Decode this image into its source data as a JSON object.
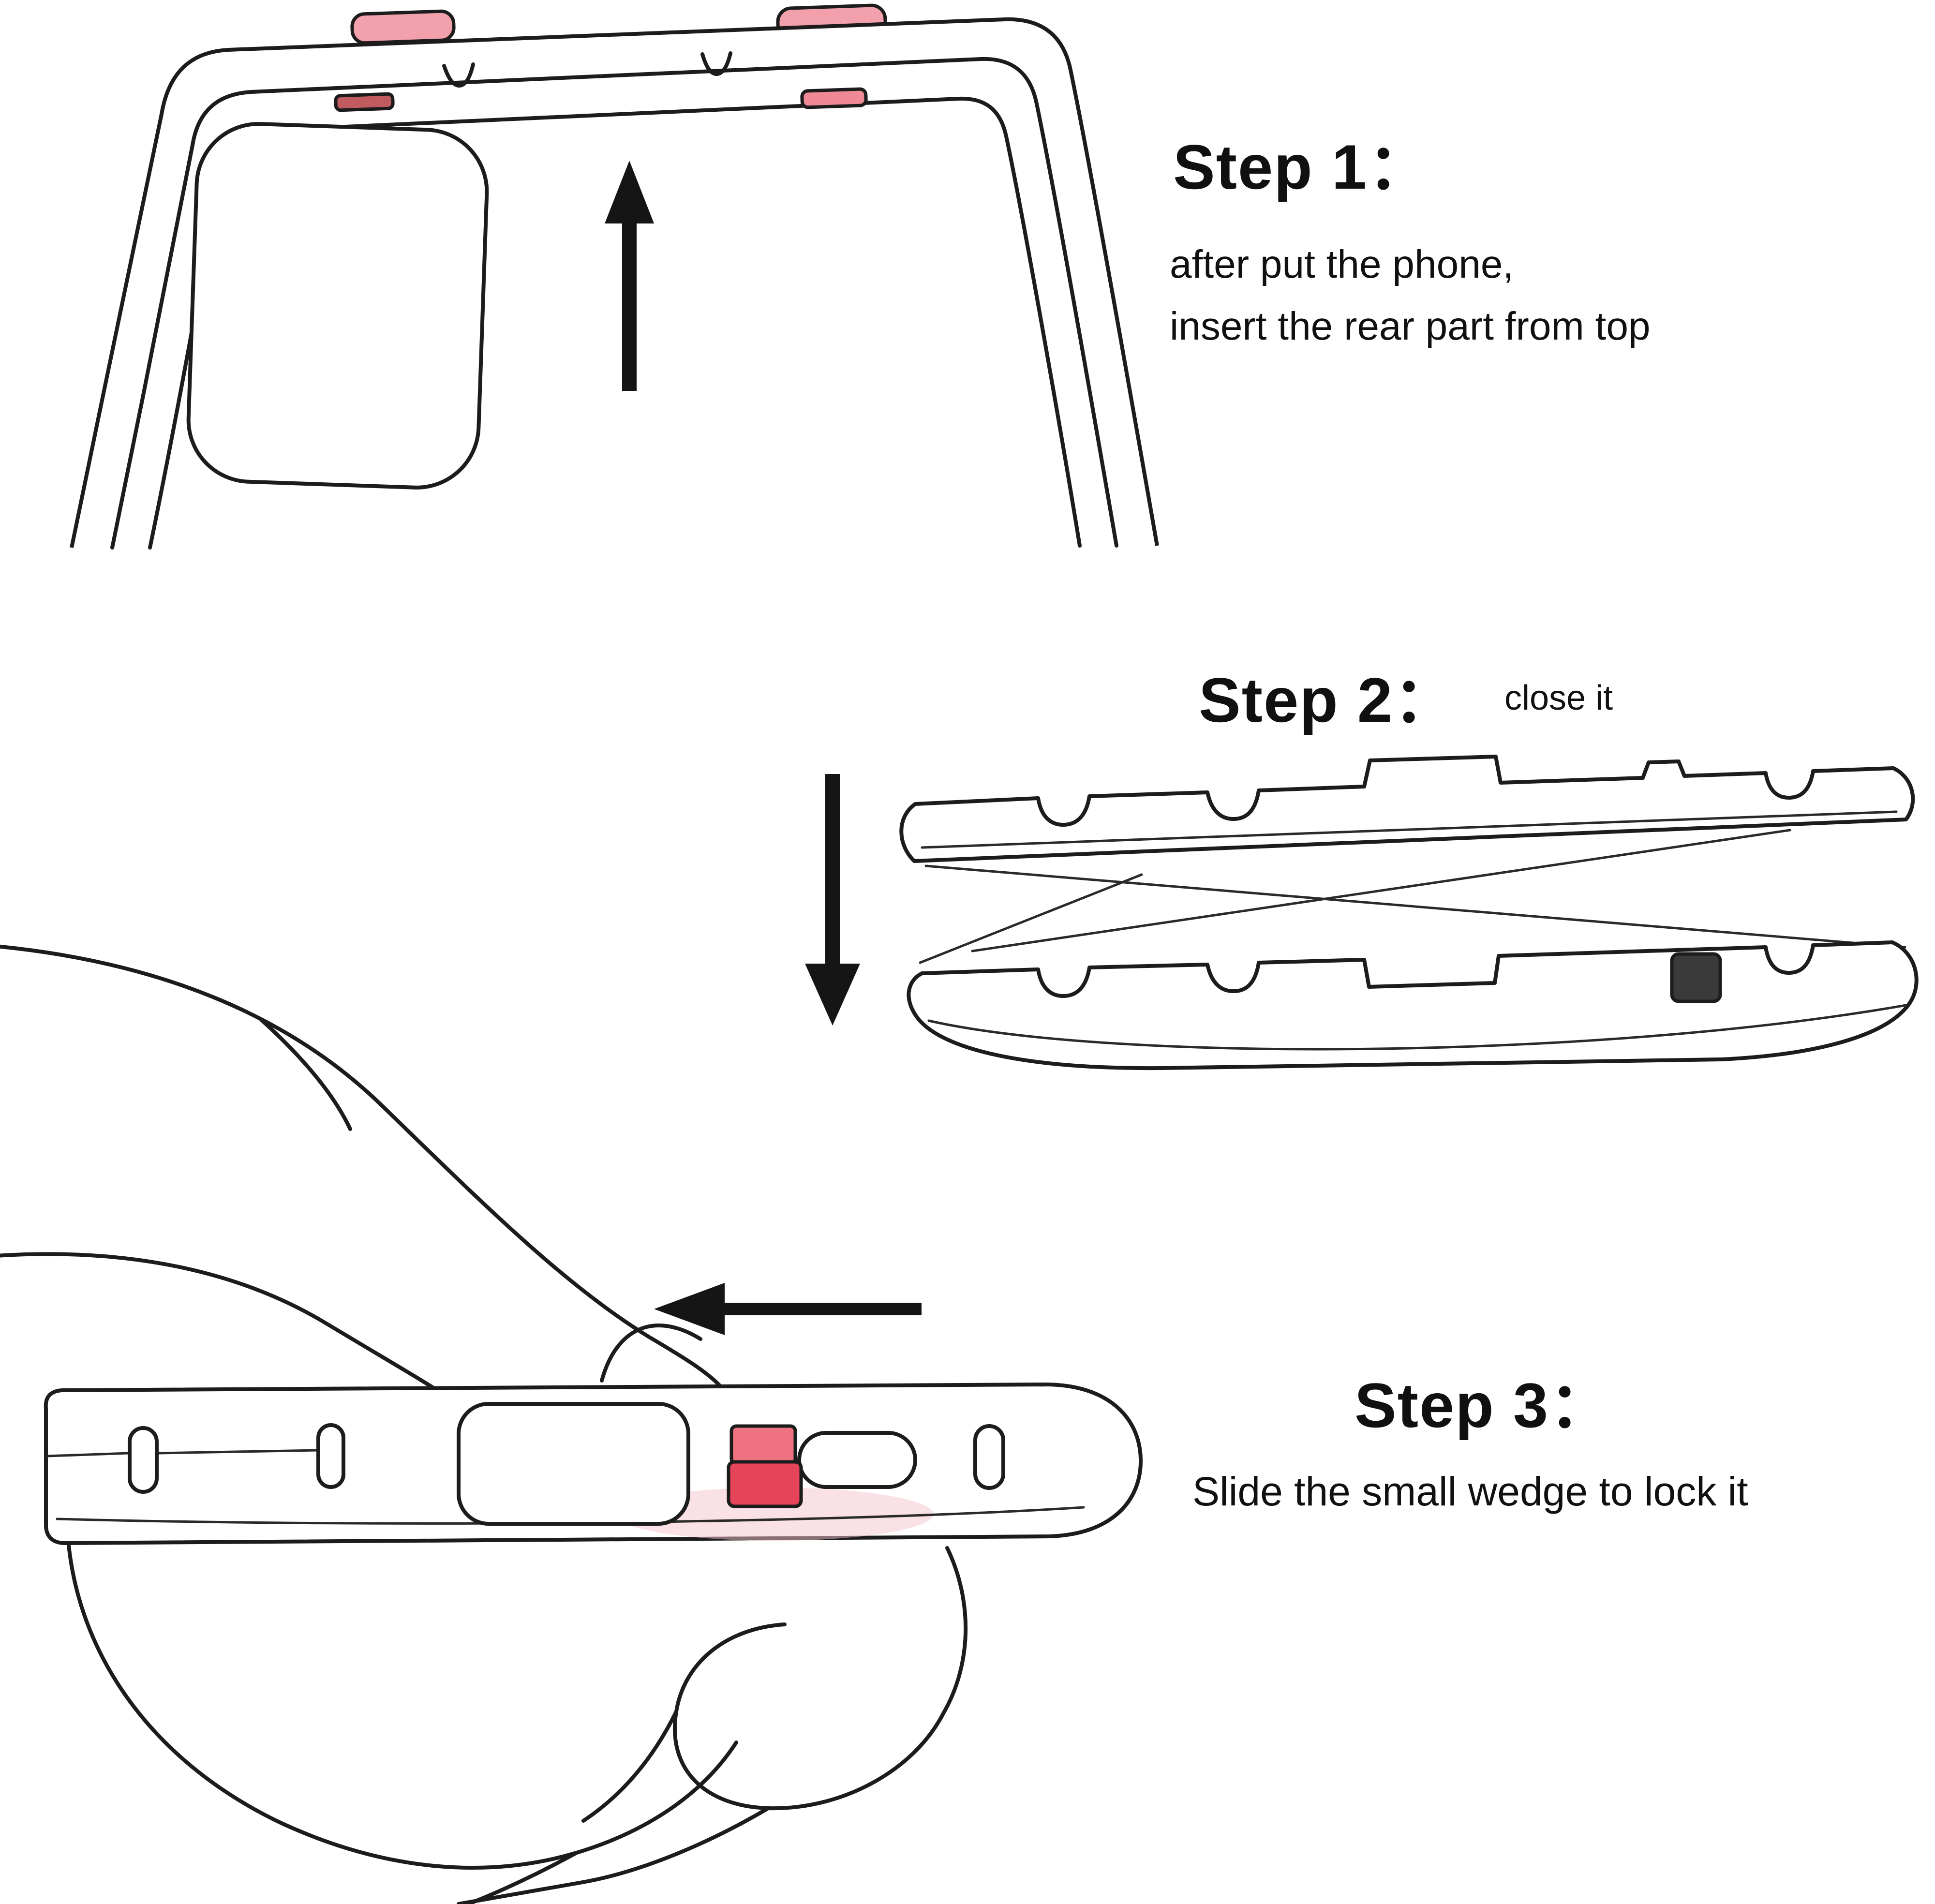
{
  "steps": {
    "step1": {
      "title": "Step 1：",
      "line1": "after put the phone,",
      "line2": "insert the rear part from top"
    },
    "step2": {
      "title": "Step 2：",
      "note": "close it"
    },
    "step3": {
      "title": "Step 3：",
      "note": "Slide the small wedge to lock it"
    }
  },
  "colors": {
    "line": "#1c1c1c",
    "arrow_black": "#151515",
    "button_pink": "#f2a0ac",
    "tab_dark_red": "#c25b60",
    "tab_pink": "#ef8995",
    "wedge_black": "#3a3a3a",
    "wedge_red": "#e64458",
    "wedge_red_light": "#ee7280",
    "glow_pink": "#f6c3cc"
  }
}
